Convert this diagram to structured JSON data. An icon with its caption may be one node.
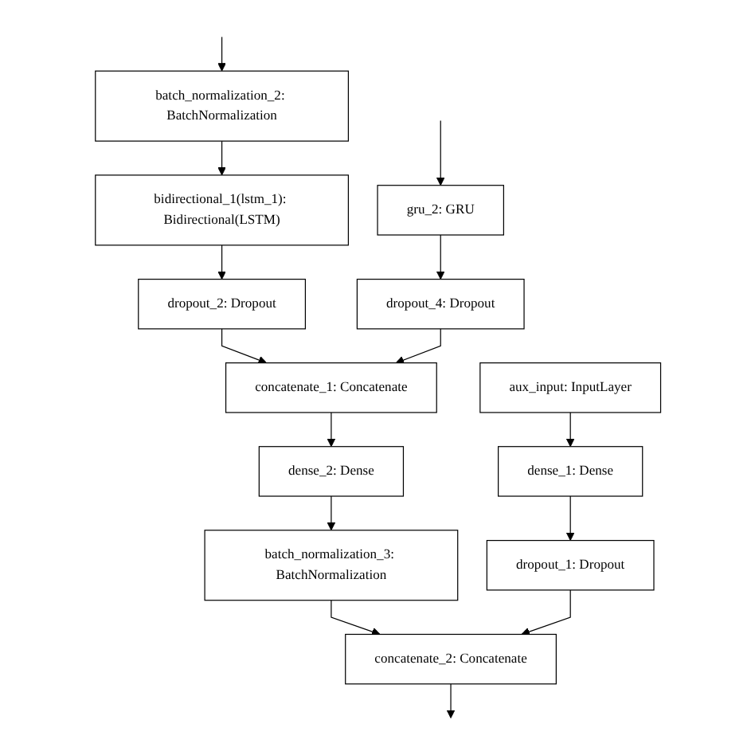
{
  "diagram": {
    "nodes": [
      {
        "text": [
          "batch_normalization_2: BatchNormalization"
        ]
      },
      {
        "text": [
          "gru_2: GRU"
        ]
      },
      {
        "text": [
          "bidirectional_1(lstm_1): Bidirectional(LSTM)"
        ]
      },
      {
        "text": [
          "dropout_4: Dropout"
        ]
      },
      {
        "text": [
          "dropout_2: Dropout"
        ]
      },
      {
        "text": [
          "concatenate_1: Concatenate"
        ]
      },
      {
        "text": [
          "aux_input: InputLayer"
        ]
      },
      {
        "text": [
          "dense_2: Dense"
        ]
      },
      {
        "text": [
          "dense_1: Dense"
        ]
      },
      {
        "text": [
          "batch_normalization_3: BatchNormalization"
        ]
      },
      {
        "text": [
          "dropout_1: Dropout"
        ]
      },
      {
        "text": [
          "concatenate_2: Concatenate"
        ]
      }
    ],
    "edges": [
      {
        "from": null,
        "to": 0,
        "arrow": "to"
      },
      {
        "from": null,
        "to": 1,
        "arrow": "to"
      },
      {
        "from": 0,
        "to": 2,
        "arrow": "to"
      },
      {
        "from": 1,
        "to": 3,
        "arrow": "to"
      },
      {
        "from": 2,
        "to": 4,
        "arrow": "to"
      },
      {
        "from": 4,
        "to": 5,
        "arrow": "to"
      },
      {
        "from": 3,
        "to": 5,
        "arrow": "to"
      },
      {
        "from": 5,
        "to": 7,
        "arrow": "to"
      },
      {
        "from": 6,
        "to": 8,
        "arrow": "to"
      },
      {
        "from": 7,
        "to": 9,
        "arrow": "to"
      },
      {
        "from": 8,
        "to": 10,
        "arrow": "to"
      },
      {
        "from": 9,
        "to": 11,
        "arrow": "to"
      },
      {
        "from": 10,
        "to": 11,
        "arrow": "to"
      },
      {
        "from": 11,
        "to": null,
        "arrow": "to"
      }
    ]
  }
}
